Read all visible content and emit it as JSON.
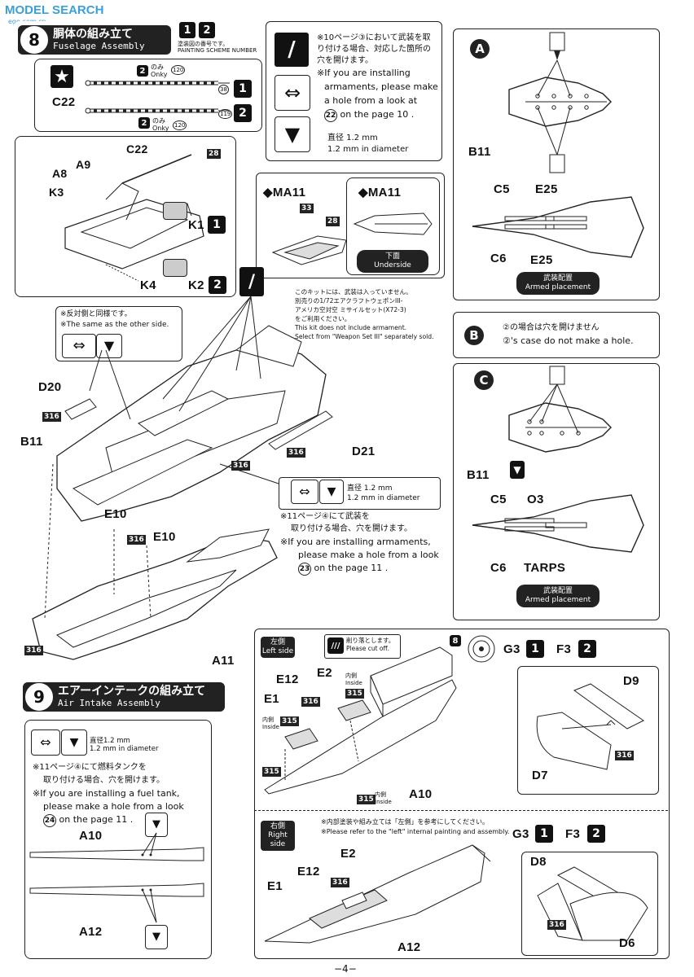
{
  "watermark": "MODEL SEARCH",
  "watermark_sub": "ege.com.cn",
  "page_number": "−4−",
  "step8": {
    "number": "8",
    "title_jp": "胴体の組み立て",
    "title_en": "Fuselage Assembly",
    "scheme_nums": [
      "1",
      "2"
    ],
    "scheme_label_jp": "塗装図の番号です。",
    "scheme_label_en": "PAINTING SCHEME NUMBER",
    "c22_top": "C22",
    "only_jp": "のみ",
    "only_en": "Onky",
    "ref_120a": "120",
    "ref_120b": "120",
    "ref_38": "38",
    "ref_119": "119",
    "parts": {
      "c22": "C22",
      "a8": "A8",
      "a9": "A9",
      "k3": "K3",
      "k1": "K1",
      "k4": "K4",
      "k2": "K2",
      "ref28": "28"
    },
    "scheme_k1": "1",
    "scheme_k2": "2"
  },
  "armament_note": {
    "jp": "※10ページ③において武装を取り付ける場合、対応した箇所の穴を開けます。",
    "en1": "※If you are installing",
    "en2": "armaments, please make",
    "en3": "a hole from a look at",
    "en4": "on the page 10 .",
    "page_ref": "22",
    "dia_jp": "直径 1.2 mm",
    "dia_en": "1.2 mm in diameter"
  },
  "ma11": {
    "label1": "MA11",
    "label2": "MA11",
    "ref33": "33",
    "ref28": "28",
    "underside_jp": "下面",
    "underside_en": "Underside"
  },
  "kit_note": {
    "l1": "このキットには、武装は入っていません。",
    "l2": "別売りの1/72エアクラフトウェポンIII-",
    "l3": "アメリカ空対空 ミサイルセット(X72-3)",
    "l4": "をご利用ください。",
    "l5": "This kit does not include armament.",
    "l6": "Select from \"Weapon Set III\" separately sold."
  },
  "panel_a": {
    "letter": "A",
    "b11": "B11",
    "c5": "C5",
    "e25a": "E25",
    "c6": "C6",
    "e25b": "E25",
    "armed_jp": "武装配置",
    "armed_en": "Armed placement"
  },
  "panel_b": {
    "letter": "B",
    "jp": "②の場合は穴を開けません",
    "en": "②'s case do not make a hole."
  },
  "panel_c": {
    "letter": "C",
    "b11": "B11",
    "c5": "C5",
    "o3": "O3",
    "c6": "C6",
    "tarps": "TARPS",
    "armed_jp": "武装配置",
    "armed_en": "Armed placement"
  },
  "same_side": {
    "jp": "※反対側と同様です。",
    "en": "※The same as the other side."
  },
  "fuselage_parts": {
    "d20": "D20",
    "ref316a": "316",
    "b11": "B11",
    "ref316b": "316",
    "d21": "D21",
    "ref316c": "316",
    "e10a": "E10",
    "e10b": "E10",
    "ref316d": "316",
    "ref316e": "316",
    "a11": "A11"
  },
  "hole11": {
    "dia_jp": "直径 1.2 mm",
    "dia_en": "1.2 mm in diameter",
    "jp1": "※11ページ④にて武装を",
    "jp2": "取り付ける場合、穴を開けます。",
    "en1": "※If you are installing armaments,",
    "en2": "please make a hole from a look",
    "en3": "on the page 11 .",
    "page_ref": "23"
  },
  "step9": {
    "number": "9",
    "title_jp": "エアーインテークの組み立て",
    "title_en": "Air Intake Assembly",
    "dia_jp": "直径1.2 mm",
    "dia_en": "1.2 mm in diameter",
    "jp1": "※11ページ④にて燃料タンクを",
    "jp2": "取り付ける場合、穴を開けます。",
    "en1": "※If you are installing a fuel tank,",
    "en2": "please make a hole from a look",
    "en3": "on the page 11 .",
    "page_ref": "24",
    "a10": "A10",
    "a12": "A12"
  },
  "left_side": {
    "jp": "左側",
    "en": "Left side",
    "cut_jp": "削り落とします。",
    "cut_en": "Please cut off.",
    "e12": "E12",
    "e2": "E2",
    "e1": "E1",
    "inside_jp": "内側",
    "inside_en": "Inside",
    "ref316a": "316",
    "ref315a": "315",
    "ref315b": "315",
    "ref315c": "315",
    "ref315d": "315",
    "ref316b": "316",
    "a10": "A10",
    "g3": "G3",
    "f3": "F3",
    "ref8": "8",
    "scheme1": "1",
    "scheme2": "2",
    "d9": "D9",
    "d7": "D7"
  },
  "right_side": {
    "jp": "右側",
    "en": "Right side",
    "note_jp": "※内部塗装や組み立ては「左側」を参考にしてください。",
    "note_en": "※Please refer to the \"left\" internal painting and assembly.",
    "g3": "G3",
    "f3": "F3",
    "scheme1": "1",
    "scheme2": "2",
    "e2": "E2",
    "e12": "E12",
    "e1": "E1",
    "ref316a": "316",
    "a12": "A12",
    "d8": "D8",
    "ref316b": "316",
    "d6": "D6"
  }
}
